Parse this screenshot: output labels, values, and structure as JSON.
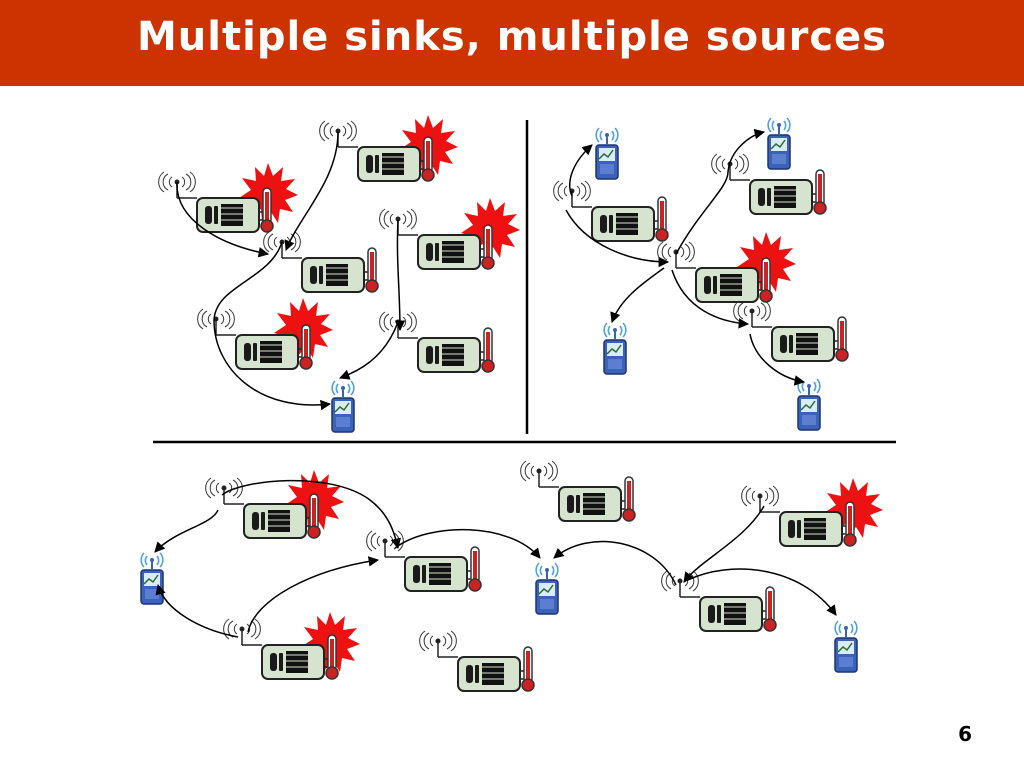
{
  "slide": {
    "title": "Multiple sinks, multiple sources",
    "page_number": "6"
  },
  "colors": {
    "title_bar": "#cc3300",
    "title_text": "#ffffff",
    "node_fill": "#d6e4cf",
    "node_stroke": "#222222",
    "alarm_burst": "#ee1111",
    "thermometer": "#cc2222",
    "sink_device": "#3a62b8",
    "arrow": "#000000"
  },
  "legend": {
    "sensor_node_icon": "sensor-node",
    "active_source_icon": "alarm-burst",
    "sink_icon": "handheld-sink",
    "antenna_icon": "radio-antenna"
  }
}
